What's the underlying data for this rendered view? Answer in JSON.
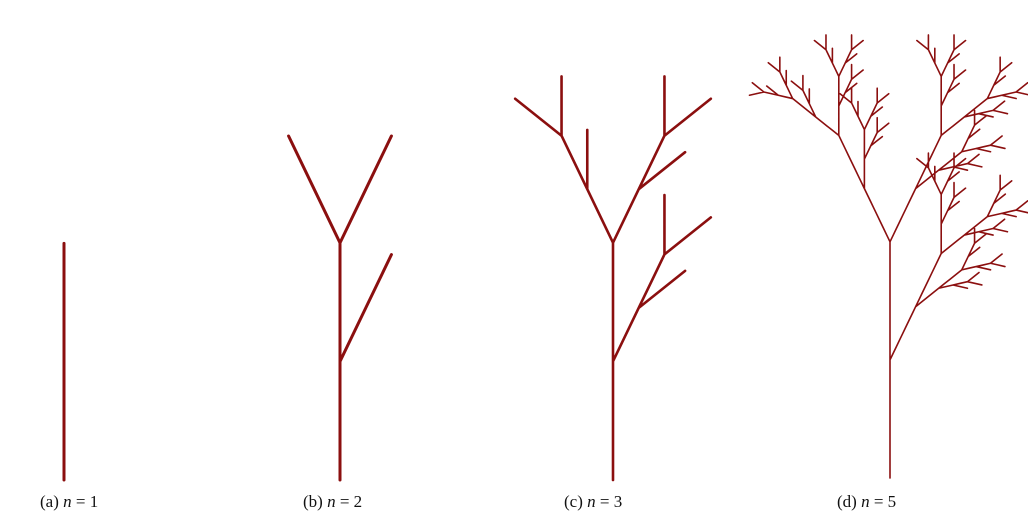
{
  "figure": {
    "branch_color": "#8b0f0f",
    "branch_angle_deg": 25.7,
    "panels": [
      {
        "tag": "(a)",
        "var": "n",
        "eq": " = ",
        "value": "1",
        "iterations": 1
      },
      {
        "tag": "(b)",
        "var": "n",
        "eq": " = ",
        "value": "2",
        "iterations": 2
      },
      {
        "tag": "(c)",
        "var": "n",
        "eq": " = ",
        "value": "3",
        "iterations": 3
      },
      {
        "tag": "(d)",
        "var": "n",
        "eq": " = ",
        "value": "5",
        "iterations": 5
      }
    ]
  }
}
